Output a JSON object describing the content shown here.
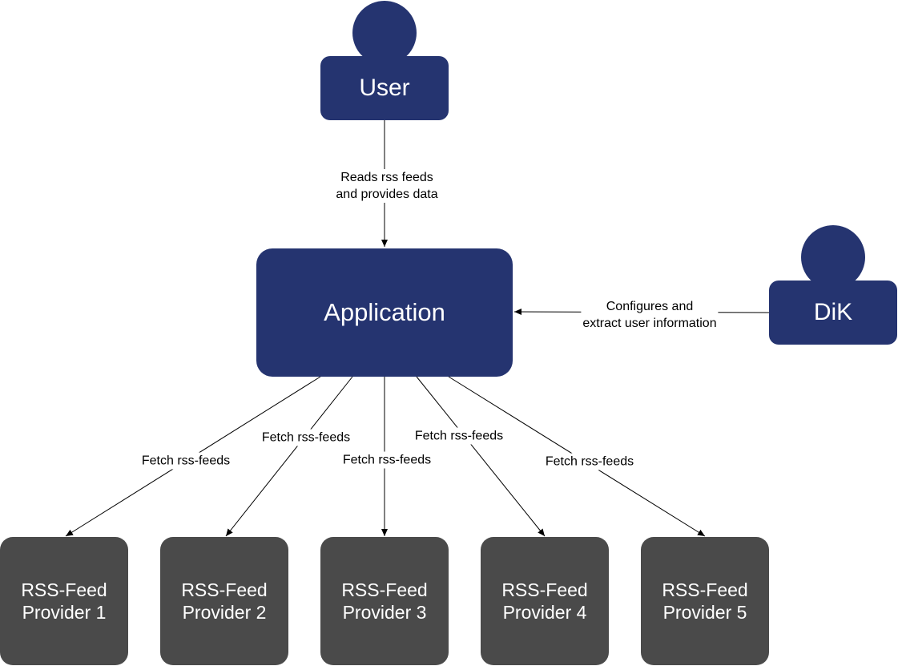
{
  "actors": {
    "user": {
      "label": "User"
    },
    "dik": {
      "label": "DiK"
    }
  },
  "application": {
    "label": "Application"
  },
  "providers": [
    {
      "line1": "RSS-Feed",
      "line2": "Provider 1"
    },
    {
      "line1": "RSS-Feed",
      "line2": "Provider 2"
    },
    {
      "line1": "RSS-Feed",
      "line2": "Provider 3"
    },
    {
      "line1": "RSS-Feed",
      "line2": "Provider 4"
    },
    {
      "line1": "RSS-Feed",
      "line2": "Provider 5"
    }
  ],
  "edges": {
    "user_to_app": {
      "line1": "Reads rss feeds",
      "line2": "and provides data"
    },
    "dik_to_app": {
      "line1": "Configures and",
      "line2": "extract user information"
    },
    "fetch": [
      "Fetch rss-feeds",
      "Fetch rss-feeds",
      "Fetch rss-feeds",
      "Fetch rss-feeds",
      "Fetch rss-feeds"
    ]
  },
  "colors": {
    "primary": "#253470",
    "provider": "#4a4a4a",
    "text_on_box": "#ffffff",
    "edge": "#000000"
  }
}
